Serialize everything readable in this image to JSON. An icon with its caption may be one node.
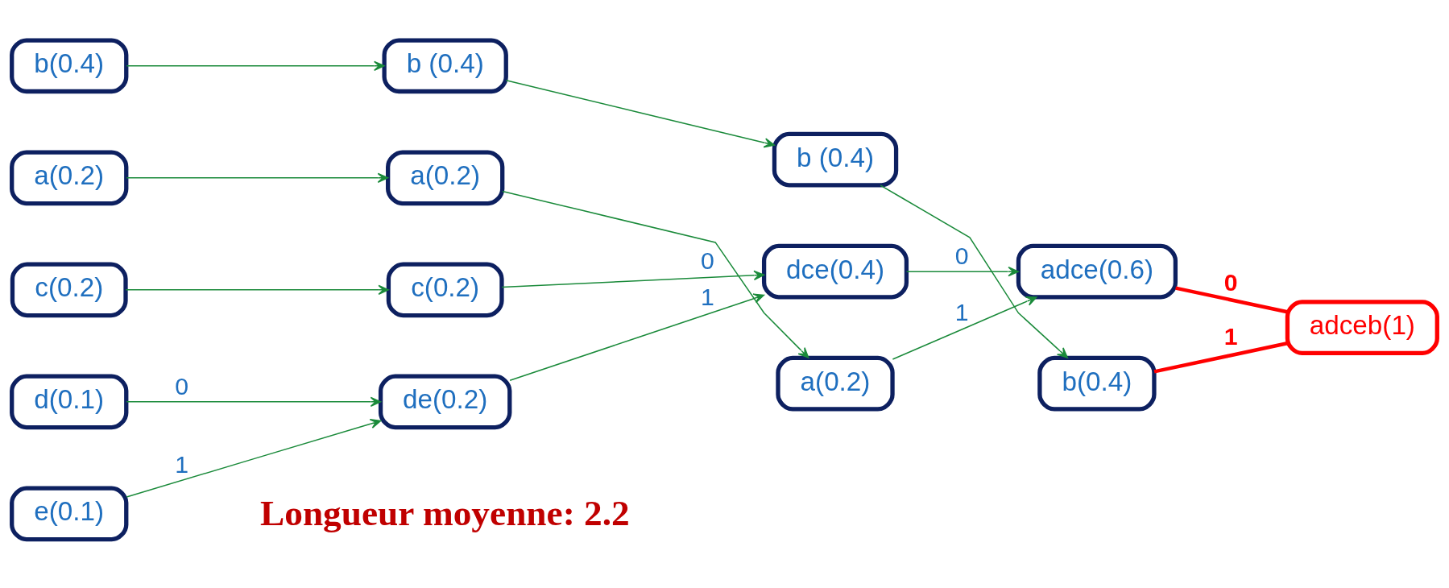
{
  "diagram": {
    "nodes": [
      {
        "text": [
          "b(0.4)"
        ]
      },
      {
        "text": [
          "a(0.2)"
        ]
      },
      {
        "text": [
          "c(0.2)"
        ]
      },
      {
        "text": [
          "d(0.1)"
        ]
      },
      {
        "text": [
          "e(0.1)"
        ]
      },
      {
        "text": [
          "b (0.4)"
        ]
      },
      {
        "text": [
          "a(0.2)"
        ]
      },
      {
        "text": [
          "c(0.2)"
        ]
      },
      {
        "text": [
          "de(0.2)"
        ]
      },
      {
        "text": [
          "b (0.4)"
        ]
      },
      {
        "text": [
          "dce(0.4)"
        ]
      },
      {
        "text": [
          "a(0.2)"
        ]
      },
      {
        "text": [
          "adce(0.6)"
        ]
      },
      {
        "text": [
          "b(0.4)"
        ]
      },
      {
        "text": [
          "adceb(1)"
        ]
      }
    ],
    "edges": [
      {
        "from": 0,
        "to": 5,
        "arrow": "to"
      },
      {
        "from": 1,
        "to": 6,
        "arrow": "to"
      },
      {
        "from": 2,
        "to": 7,
        "arrow": "to"
      },
      {
        "from": 3,
        "to": 8,
        "arrow": "to",
        "label": "0"
      },
      {
        "from": 4,
        "to": 8,
        "arrow": "to",
        "label": "1"
      },
      {
        "from": 5,
        "to": 9,
        "arrow": "to"
      },
      {
        "from": 6,
        "to": 11,
        "arrow": "to"
      },
      {
        "from": 7,
        "to": 10,
        "arrow": "to",
        "label": "0"
      },
      {
        "from": 8,
        "to": 10,
        "arrow": "to",
        "label": "1"
      },
      {
        "from": 9,
        "to": 13,
        "arrow": "to"
      },
      {
        "from": 10,
        "to": 12,
        "arrow": "to",
        "label": "0"
      },
      {
        "from": 11,
        "to": 12,
        "arrow": "to",
        "label": "1"
      },
      {
        "from": 12,
        "to": 14,
        "arrow": "none",
        "label": "0",
        "style": "thick",
        "color": "#ff0000"
      },
      {
        "from": 13,
        "to": 14,
        "arrow": "none",
        "label": "1",
        "style": "thick",
        "color": "#ff0000"
      }
    ],
    "labels": [
      "Longueur moyenne: 2.2"
    ]
  }
}
